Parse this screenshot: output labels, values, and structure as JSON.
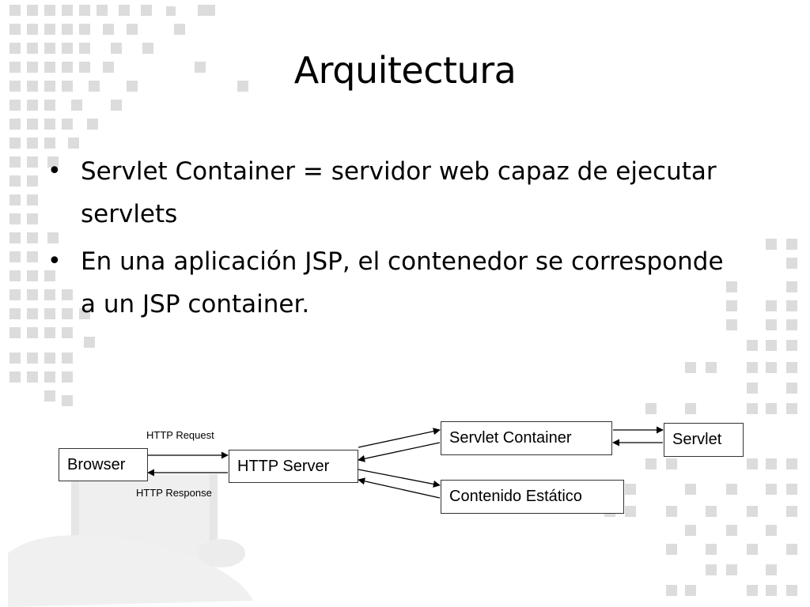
{
  "slide": {
    "title": "Arquitectura",
    "bullets": [
      "Servlet Container = servidor web capaz de ejecutar servlets",
      "En una aplicación JSP, el contenedor se corresponde a un JSP container."
    ]
  },
  "diagram": {
    "nodes": {
      "browser": "Browser",
      "http_server": "HTTP Server",
      "servlet_container": "Servlet Container",
      "servlet": "Servlet",
      "static_content": "Contenido Estático"
    },
    "edge_labels": {
      "request": "HTTP Request",
      "response": "HTTP Response"
    }
  },
  "colors": {
    "background_pattern": "#d8d8d8",
    "box_border": "#333333",
    "arrow": "#000000"
  }
}
